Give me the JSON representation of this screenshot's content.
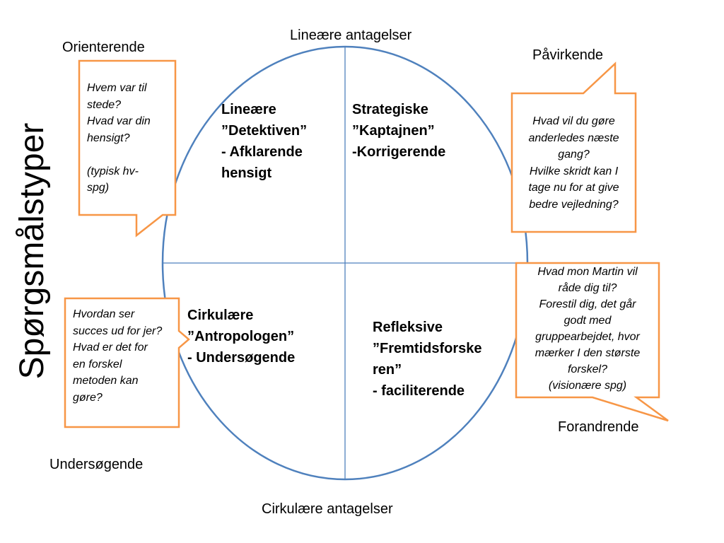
{
  "title": "Spørgsmålstyper",
  "axes": {
    "top": "Lineære antagelser",
    "bottom": "Cirkulære antagelser"
  },
  "corners": {
    "top_left": "Orienterende",
    "top_right": "Påvirkende",
    "bottom_left": "Undersøgende",
    "bottom_right": "Forandrende"
  },
  "quadrants": {
    "top_left": [
      "Lineære",
      "”Detektiven”",
      "- Afklarende",
      "hensigt"
    ],
    "top_right": [
      "Strategiske",
      "”Kaptajnen”",
      "-Korrigerende"
    ],
    "bottom_left": [
      "Cirkulære",
      "”Antropologen”",
      "- Undersøgende"
    ],
    "bottom_right": [
      "Refleksive",
      "”Fremtidsforske",
      "ren”",
      "- faciliterende"
    ]
  },
  "bubbles": {
    "top_left": [
      "Hvem var til",
      "stede?",
      "Hvad var din",
      "hensigt?",
      "",
      "(typisk hv-",
      "spg)"
    ],
    "top_right": [
      "Hvad vil du gøre",
      "anderledes næste",
      "gang?",
      "Hvilke skridt kan I",
      "tage nu for at give",
      "bedre vejledning?"
    ],
    "bottom_left": [
      "Hvordan ser",
      "succes ud for jer?",
      "Hvad er det for",
      "en forskel",
      "metoden kan",
      "gøre?"
    ],
    "bottom_right": [
      "Hvad mon Martin vil",
      "råde dig til?",
      "Forestil dig, det går",
      "godt med",
      "gruppearbejdet, hvor",
      "mærker I den største",
      "forskel?",
      "(visionære spg)"
    ]
  },
  "colors": {
    "ellipse": "#4f81bd",
    "bubble_border": "#f79646",
    "text": "#000000"
  }
}
